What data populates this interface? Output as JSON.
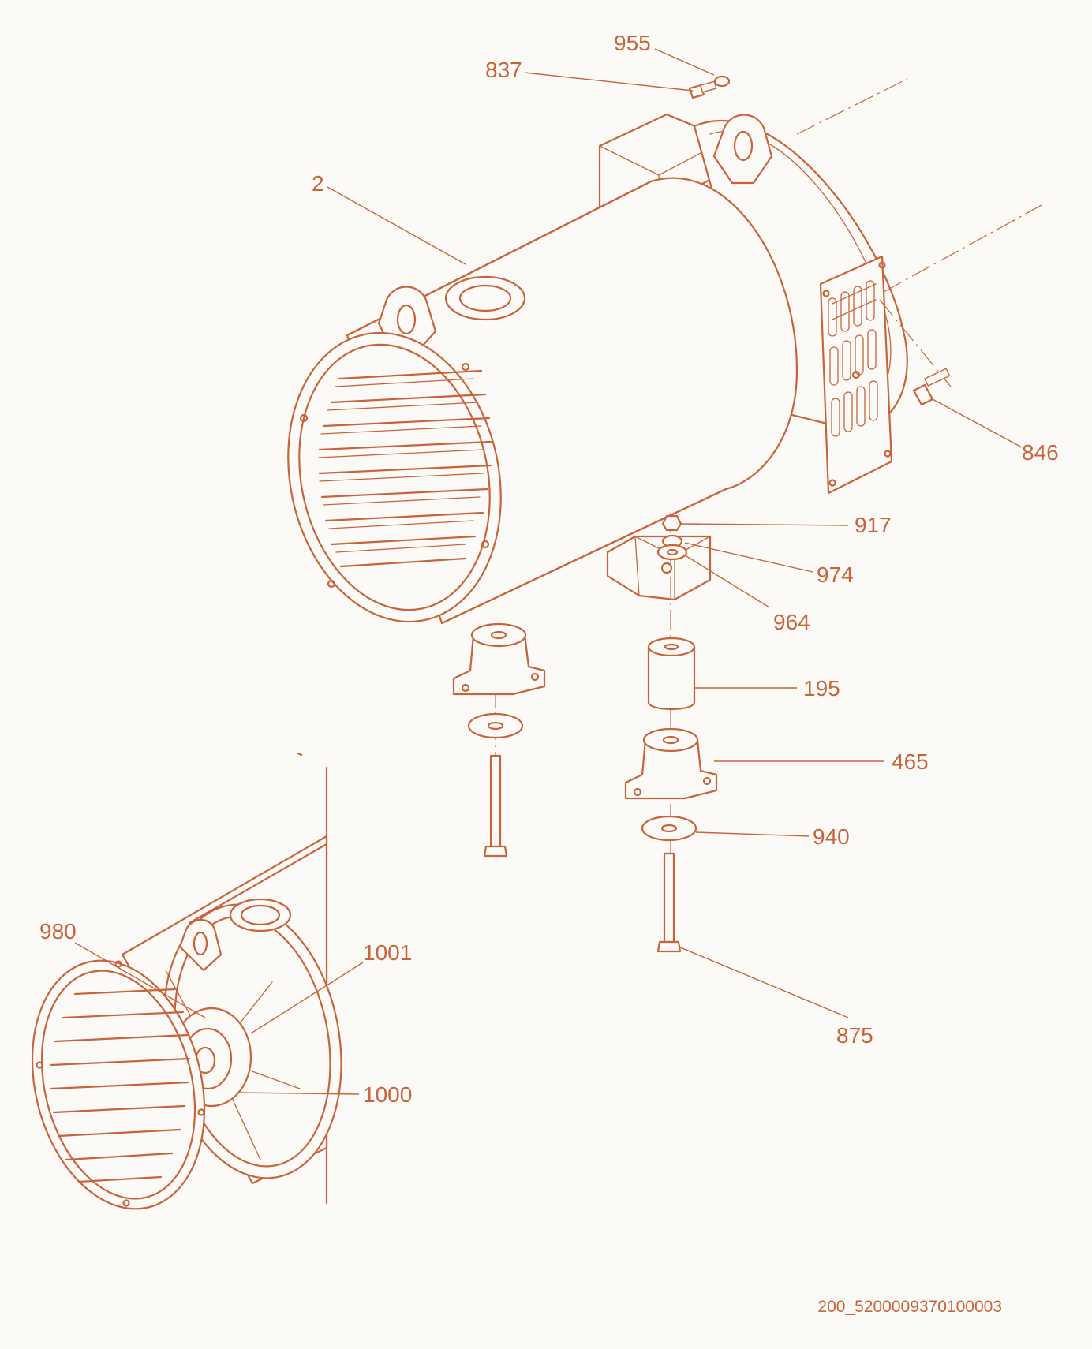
{
  "colors": {
    "line": "#c8643c",
    "paper": "#fbfaf7"
  },
  "labels": {
    "l955": "955",
    "l837": "837",
    "l2": "2",
    "l846": "846",
    "l917": "917",
    "l974": "974",
    "l964": "964",
    "l195": "195",
    "l465": "465",
    "l940": "940",
    "l980": "980",
    "l1001": "1001",
    "l1000": "1000",
    "l875": "875"
  },
  "drawing_ref": "200_5200009370100003"
}
